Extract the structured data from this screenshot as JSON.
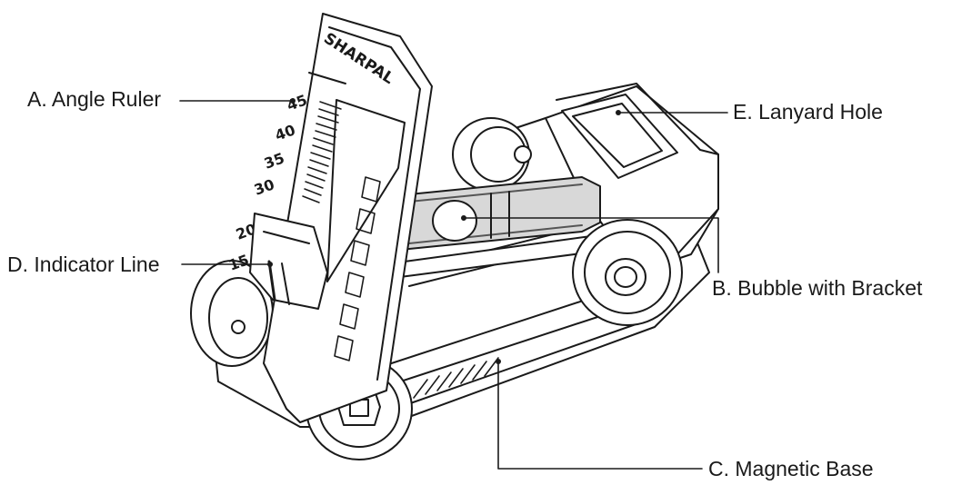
{
  "labels": {
    "angle_ruler": "A. Angle Ruler",
    "bubble_bracket": "B. Bubble with Bracket",
    "magnetic_base": "C. Magnetic Base",
    "indicator_line": "D. Indicator Line",
    "lanyard_hole": "E. Lanyard Hole"
  },
  "device": {
    "brand": "SHARPAL",
    "scale_marks": [
      "45",
      "40",
      "35",
      "30",
      "20",
      "15"
    ]
  },
  "colors": {
    "line": "#1a1a1a",
    "background": "#ffffff"
  }
}
